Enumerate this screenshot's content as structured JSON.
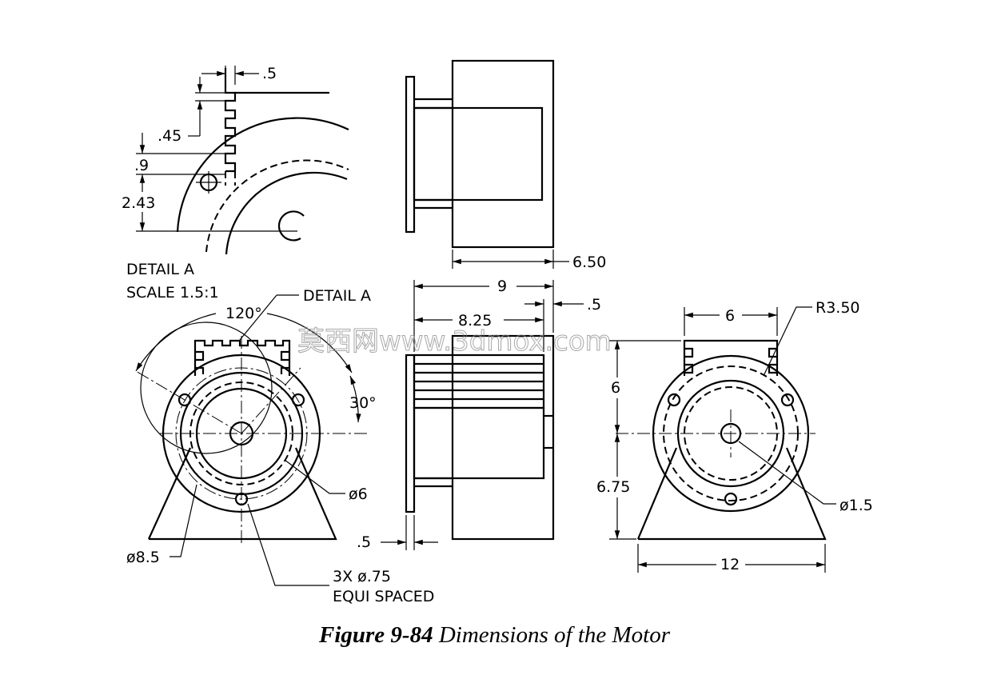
{
  "figure": {
    "number_label": "Figure 9-84",
    "title": "Dimensions of the Motor"
  },
  "detail_view": {
    "label_line1": "DETAIL A",
    "label_line2": "SCALE 1.5:1",
    "dim_tooth_width": ".5",
    "dim_tooth_pitch": ".45",
    "dim_hole_offset": ".9",
    "dim_hole_to_center": "2.43"
  },
  "front_view": {
    "detail_callout": "DETAIL A",
    "angle_top": "120°",
    "angle_side": "30°",
    "dim_inner_diameter": "ø6",
    "dim_outer_diameter": "ø8.5",
    "holes_line1": "3X  ø.75",
    "holes_line2": "EQUI SPACED"
  },
  "side_view": {
    "dim_top_length": "6.50",
    "dim_total_length": "9",
    "dim_fin_length": "8.25",
    "dim_end_gap": ".5",
    "dim_flange_thickness": ".5"
  },
  "right_view": {
    "dim_fin_width": "6",
    "dim_radius": "R3.50",
    "dim_height_upper": "6",
    "dim_height_lower": "6.75",
    "dim_shaft": "ø1.5",
    "dim_base_width": "12"
  },
  "watermark": "莫西网www.3dmox.com"
}
